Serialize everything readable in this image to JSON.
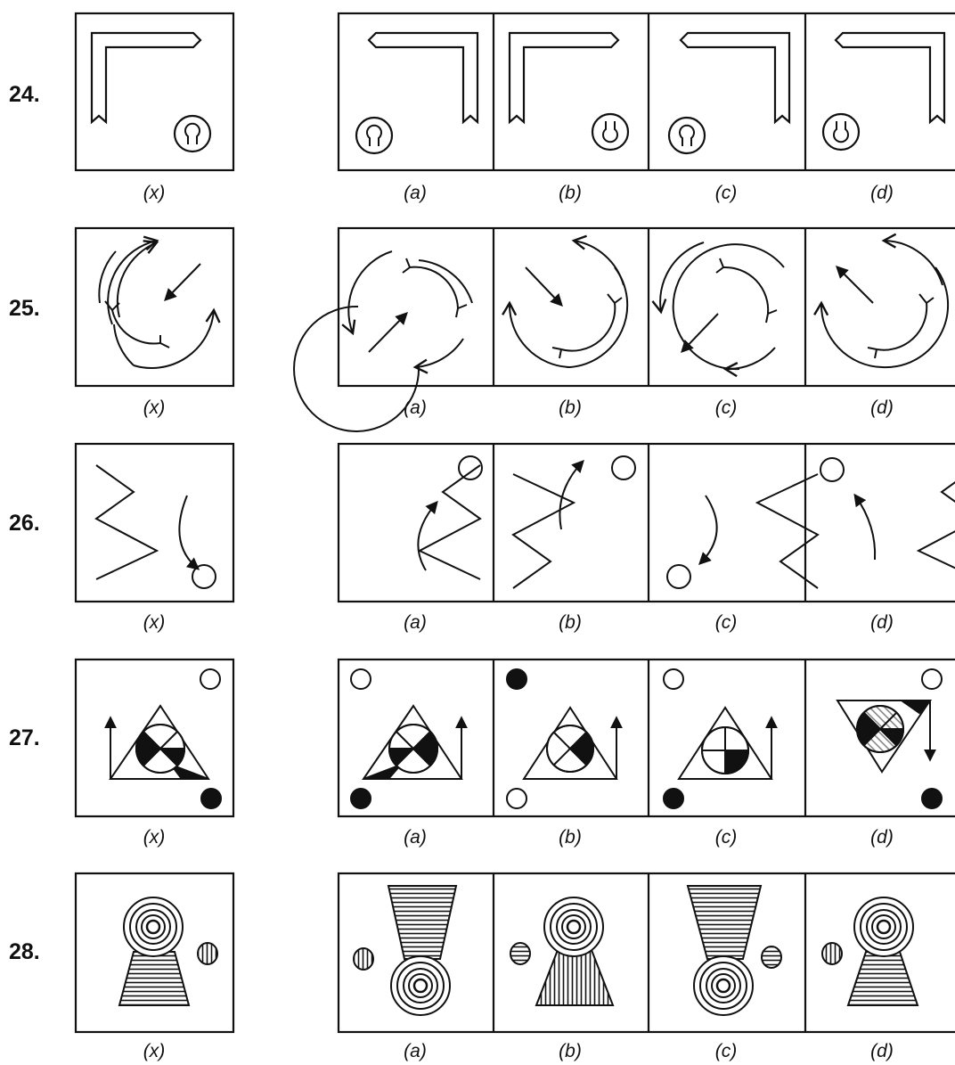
{
  "questions": [
    {
      "number": "24.",
      "labels": [
        "(x)",
        "(a)",
        "(b)",
        "(c)",
        "(d)"
      ]
    },
    {
      "number": "25.",
      "labels": [
        "(x)",
        "(a)",
        "(b)",
        "(c)",
        "(d)"
      ]
    },
    {
      "number": "26.",
      "labels": [
        "(x)",
        "(a)",
        "(b)",
        "(c)",
        "(d)"
      ]
    },
    {
      "number": "27.",
      "labels": [
        "(x)",
        "(a)",
        "(b)",
        "(c)",
        "(d)"
      ]
    },
    {
      "number": "28.",
      "labels": [
        "(x)",
        "(a)",
        "(b)",
        "(c)",
        "(d)"
      ]
    }
  ],
  "colors": {
    "ink": "#111111",
    "paper": "#ffffff"
  }
}
